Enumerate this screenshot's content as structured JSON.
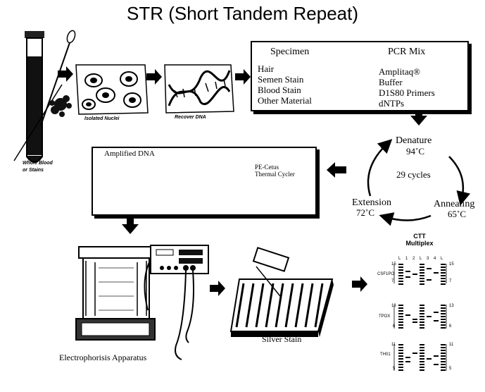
{
  "title": "STR (Short Tandem Repeat)",
  "blood": {
    "label_lines": [
      "Whole Blood",
      "or Stains"
    ]
  },
  "steps": {
    "isolated_nuclei": "Isolated Nuclei",
    "recover_dna": "Recover DNA"
  },
  "specimen_box": {
    "specimen_heading": "Specimen",
    "specimen_items": [
      "Hair",
      "Semen Stain",
      "Blood Stain",
      "Other Material"
    ],
    "pcr_heading": "PCR Mix",
    "pcr_items": [
      "Amplitaq®",
      "Buffer",
      "D1S80 Primers",
      "dNTPs"
    ]
  },
  "cycle": {
    "denature": "Denature",
    "denature_temp": "94˚C",
    "cycles": "29 cycles",
    "annealing": "Annealing",
    "annealing_temp": "65˚C",
    "extension": "Extension",
    "extension_temp": "72˚C"
  },
  "amplified_box": {
    "amplified_label": "Amplified DNA",
    "cycler_label_lines": [
      "PE-Cetus",
      "Thermal Cycler"
    ]
  },
  "electrophoresis_label": "Electrophorisis Apparatus",
  "silver_stain_label": "Silver Stain",
  "gel": {
    "title_lines": [
      "CTT",
      "Multiplex"
    ],
    "lane_labels": [
      "L",
      "1",
      "2",
      "L",
      "3",
      "4",
      "L"
    ],
    "loci": [
      {
        "name": "CSF1PO",
        "top": "15",
        "bottom": "7"
      },
      {
        "name": "TPOX",
        "top": "13",
        "bottom": "6"
      },
      {
        "name": "TH01",
        "top": "11",
        "bottom": "5"
      }
    ]
  }
}
